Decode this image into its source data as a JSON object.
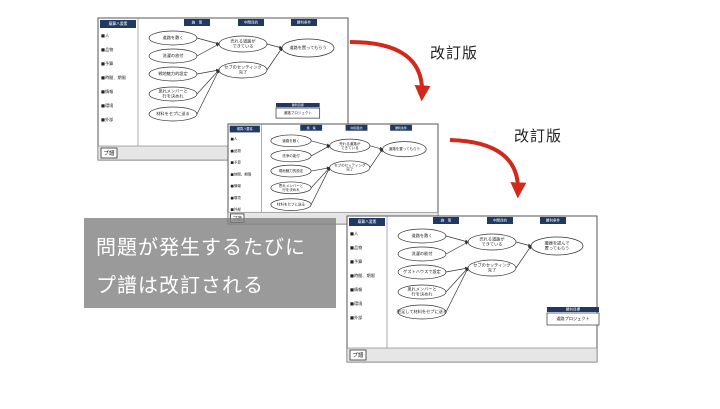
{
  "arrow_label_1": "改訂版",
  "arrow_label_2": "改訂版",
  "overlay": {
    "line1": "問題が発生するたびに",
    "line2": "プ譜は改訂される"
  },
  "diagram": {
    "header_row": [
      "獲得人要素",
      "施　策",
      "中間目的",
      "勝利条件"
    ],
    "side_panel_label": "廟算八要素",
    "side_items": [
      "■人",
      "■品物",
      "■予算",
      "■時間、期限",
      "■情報",
      "■環境",
      "■外部"
    ],
    "logo": "プ譜"
  },
  "board1": {
    "measures": [
      "道路を敷く",
      "洗濯の放付",
      "戦地魅力的設定",
      "思れメンバーと\n行を決めれ",
      "材料をセプに送る"
    ],
    "intermediate": [
      "売れる道路が\nできている",
      "セブのセッティング\n完了"
    ],
    "win": "道路を置ってもらう"
  },
  "board2": {
    "project_header": "勝利目標",
    "project_name": "道路プロジェクト",
    "measures": [
      "道路を敷く",
      "洗浄の能付",
      "現地魅力的設定",
      "思れメンバーと\n行を決めれ",
      "材料をセプに送る"
    ],
    "intermediate": [
      "売れる道路が\nできている",
      "セブのセッティング\n完了"
    ],
    "win": "道路を置ってもらう"
  },
  "board3": {
    "measures": [
      "道路を敷く",
      "洗濯の能付",
      "ゲストハウスで設定",
      "思れメンバーと\n行を決めれ",
      "肥足して材料をセプに送る"
    ],
    "intermediate": [
      "売れる道路が\nできている",
      "セブのセッティング\n完了"
    ],
    "win": "撮器を認んで\n置ってもらう",
    "project_header": "勝利目標",
    "project_name": "道路プロジェクト"
  }
}
